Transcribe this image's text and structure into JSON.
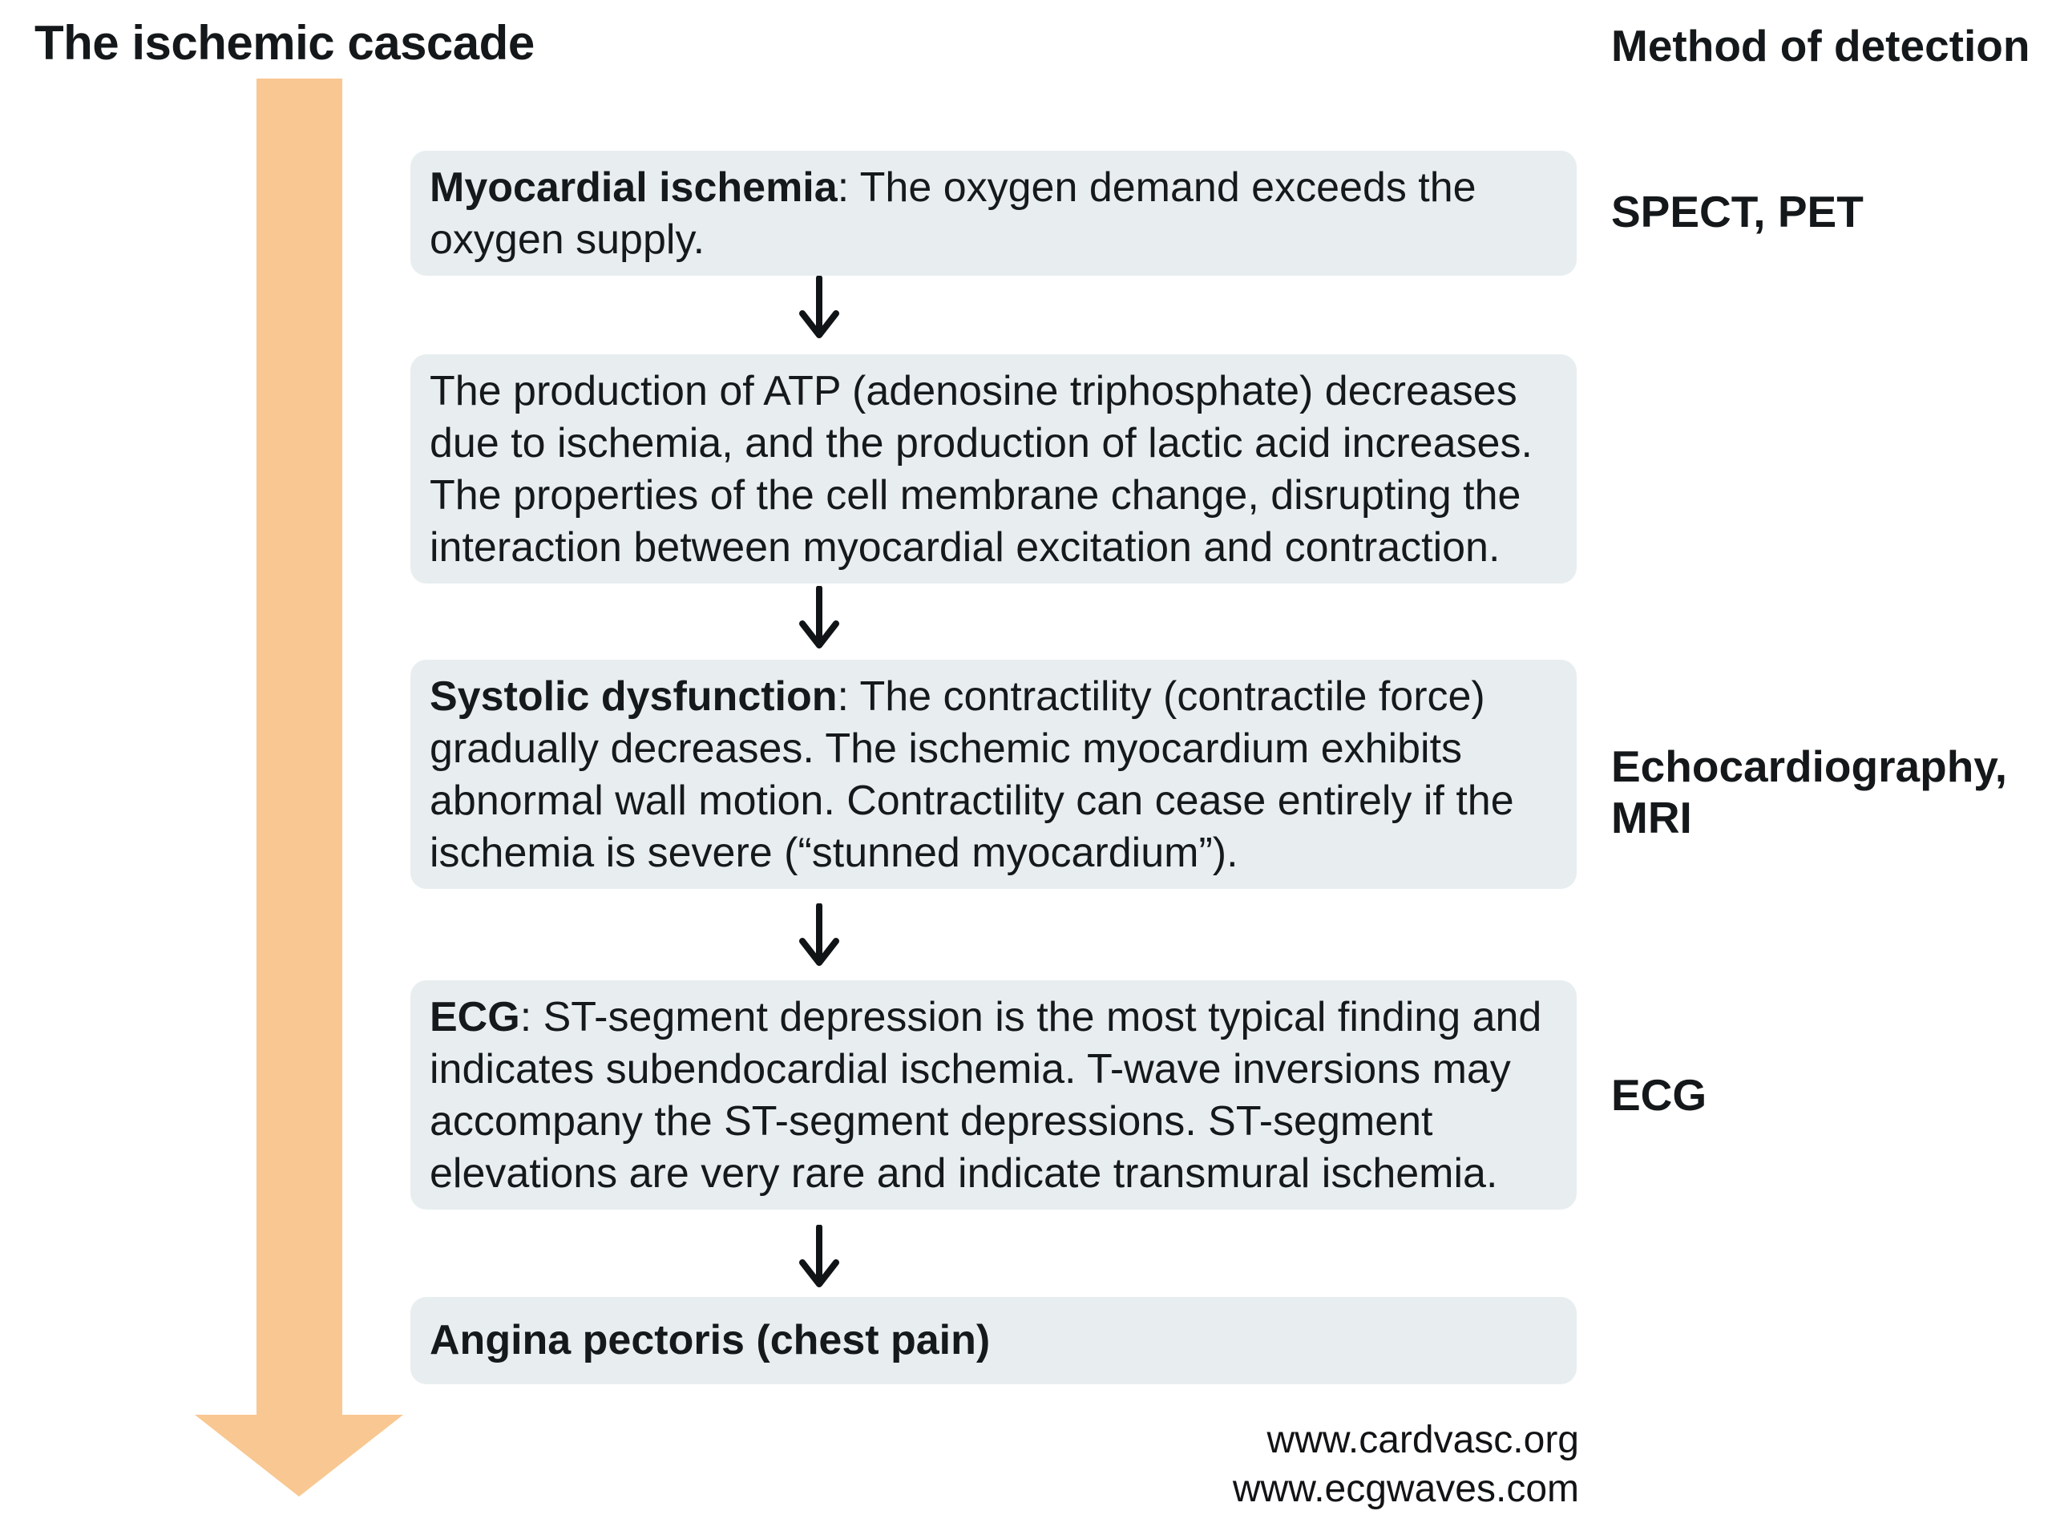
{
  "page": {
    "title": "The ischemic cascade",
    "column_header": "Method of detection"
  },
  "cascade": {
    "steps": [
      {
        "lead": "Myocardial ischemia",
        "text": ": The oxygen demand exceeds the oxygen supply.",
        "detection": "SPECT, PET"
      },
      {
        "lead": "",
        "text": "The production of ATP (adenosine triphosphate) decreases due to ischemia, and the production of lactic acid increases. The properties of the cell membrane change, disrupting the interaction between myocardial excitation and contraction.",
        "detection": ""
      },
      {
        "lead": "Systolic dysfunction",
        "text": ": The contractility (contractile force) gradually decreases. The ischemic myocardium exhibits abnormal wall motion. Contractility can cease entirely if the ischemia is severe (“stunned myocardium”).",
        "detection": "Echocardiography,\nMRI"
      },
      {
        "lead": "ECG",
        "text": ": ST-segment depression is the most typical finding and indicates subendocardial ischemia. T-wave inversions may accompany the ST-segment depressions. ST-segment elevations are very rare and indicate transmural ischemia.",
        "detection": "ECG"
      },
      {
        "lead": "Angina pectoris (chest pain)",
        "text": "",
        "detection": ""
      }
    ]
  },
  "footer": {
    "line1": "www.cardvasc.org",
    "line2": "www.ecgwaves.com"
  },
  "colors": {
    "cascade_arrow_orange": "#f9c791",
    "box_background": "#e8eef0",
    "text": "#16191c",
    "background": "#ffffff"
  },
  "icons": {
    "down_arrow": "↓"
  }
}
